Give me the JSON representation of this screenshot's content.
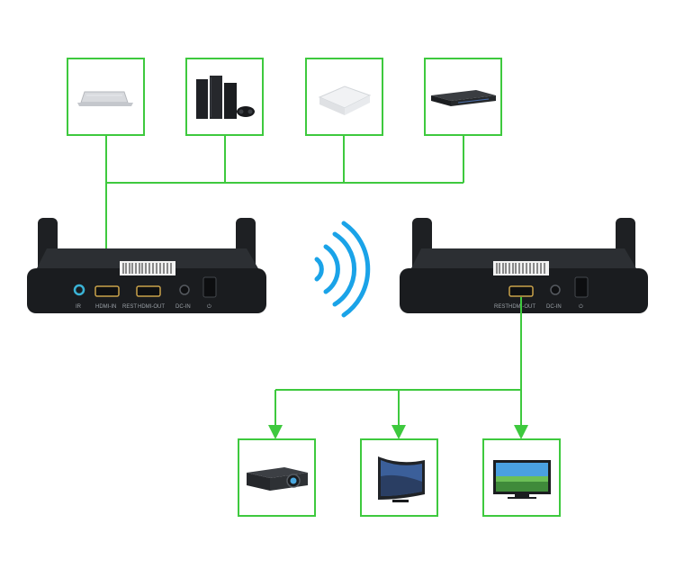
{
  "colors": {
    "connector": "#3ec93e",
    "signal": "#1aa3e8",
    "device_body": "#1a1c1f",
    "device_top": "#2c2f33"
  },
  "sources": [
    {
      "name": "laptop",
      "icon": "laptop-icon"
    },
    {
      "name": "game-console",
      "icon": "game-console-icon"
    },
    {
      "name": "media-box",
      "icon": "media-box-icon"
    },
    {
      "name": "dvd-player",
      "icon": "dvd-player-icon"
    }
  ],
  "transmitter": {
    "ports": {
      "ir": "IR",
      "hdmi_in": "HDMI-IN",
      "rest": "REST",
      "hdmi_out": "HDMI-OUT",
      "dc_in": "DC-IN",
      "power": "⏻"
    }
  },
  "receiver": {
    "ports": {
      "rest": "REST",
      "hdmi_out": "HDMI-OUT",
      "dc_in": "DC-IN",
      "power": "⏻"
    }
  },
  "wireless_icon": "wifi-signal-icon",
  "displays": [
    {
      "name": "projector",
      "icon": "projector-icon"
    },
    {
      "name": "curved-tv",
      "icon": "curved-tv-icon"
    },
    {
      "name": "flat-tv",
      "icon": "flat-tv-icon"
    }
  ]
}
